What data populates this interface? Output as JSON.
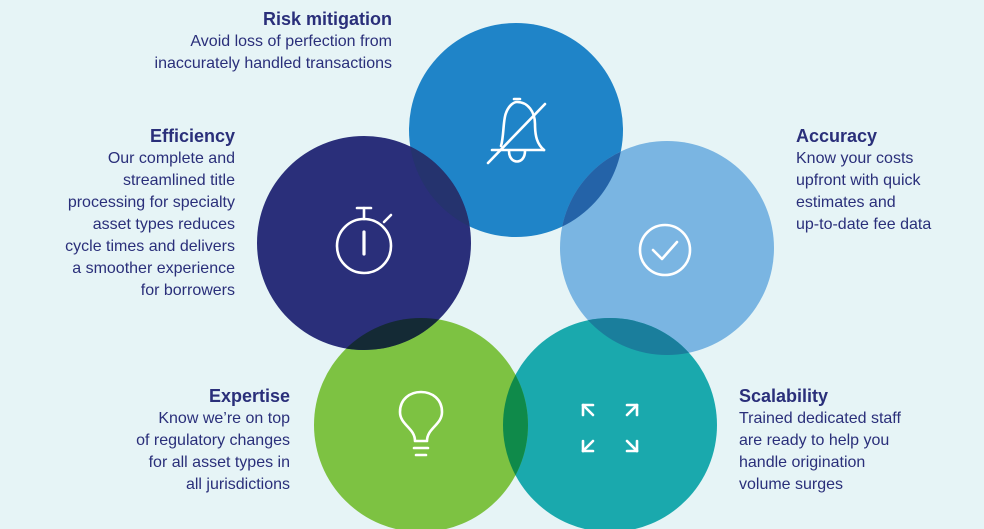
{
  "colors": {
    "background": "#e6f4f6",
    "risk": "#1f84c8",
    "accuracy": "#7ab5e2",
    "scalability": "#1aa9ad",
    "expertise": "#7dc242",
    "efficiency": "#2a2f7a",
    "text": "#2a2f7a"
  },
  "segments": {
    "risk": {
      "title": "Risk mitigation",
      "lines": [
        "Avoid loss of perfection from",
        "inaccurately handled transactions"
      ],
      "icon": "bell-off-icon"
    },
    "efficiency": {
      "title": "Efficiency",
      "lines": [
        "Our complete and",
        "streamlined title",
        "processing for specialty",
        "asset types reduces",
        "cycle times and delivers",
        "a smoother experience",
        "for borrowers"
      ],
      "icon": "stopwatch-icon"
    },
    "accuracy": {
      "title": "Accuracy",
      "lines": [
        "Know your costs",
        "upfront with quick",
        "estimates and",
        "up-to-date fee data"
      ],
      "icon": "check-circle-icon"
    },
    "expertise": {
      "title": "Expertise",
      "lines": [
        "Know we’re on top",
        "of regulatory changes",
        "for all asset types in",
        "all jurisdictions"
      ],
      "icon": "lightbulb-icon"
    },
    "scalability": {
      "title": "Scalability",
      "lines": [
        "Trained dedicated staff",
        "are ready to help you",
        "handle origination",
        "volume surges"
      ],
      "icon": "expand-arrows-icon"
    }
  }
}
